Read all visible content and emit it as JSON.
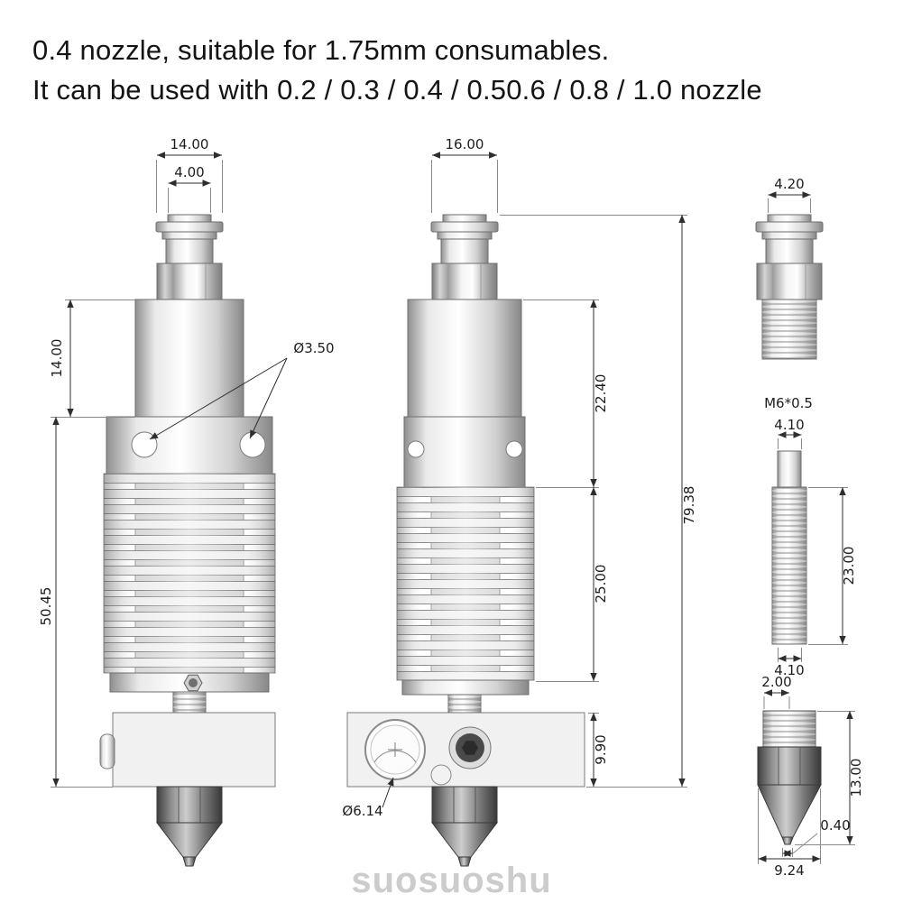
{
  "title": {
    "line1": "0.4 nozzle, suitable for 1.75mm consumables.",
    "line2": "It can be used with 0.2 / 0.3 / 0.4 / 0.50.6 / 0.8 / 1.0 nozzle"
  },
  "dimensions": {
    "cap_width": "14.00",
    "collet_width": "4.00",
    "side_cap_width": "16.00",
    "barrel_height": "14.00",
    "mount_hole_dia": "Ø3.50",
    "upper_section_height": "22.40",
    "heatsink_height": "25.00",
    "lower_section_height": "50.45",
    "total_height": "79.38",
    "heater_block_height": "9.90",
    "heater_hole_dia": "Ø6.14",
    "fitting_bore": "4.20",
    "throat_thread": "M6*0.5",
    "throat_top_dia": "4.10",
    "throat_thread_length": "23.00",
    "throat_bottom_dia": "4.10",
    "nozzle_thread_length": "2.00",
    "nozzle_height": "13.00",
    "nozzle_orifice": "0.40",
    "nozzle_hex_width": "9.24"
  },
  "watermark": "suosuoshu"
}
